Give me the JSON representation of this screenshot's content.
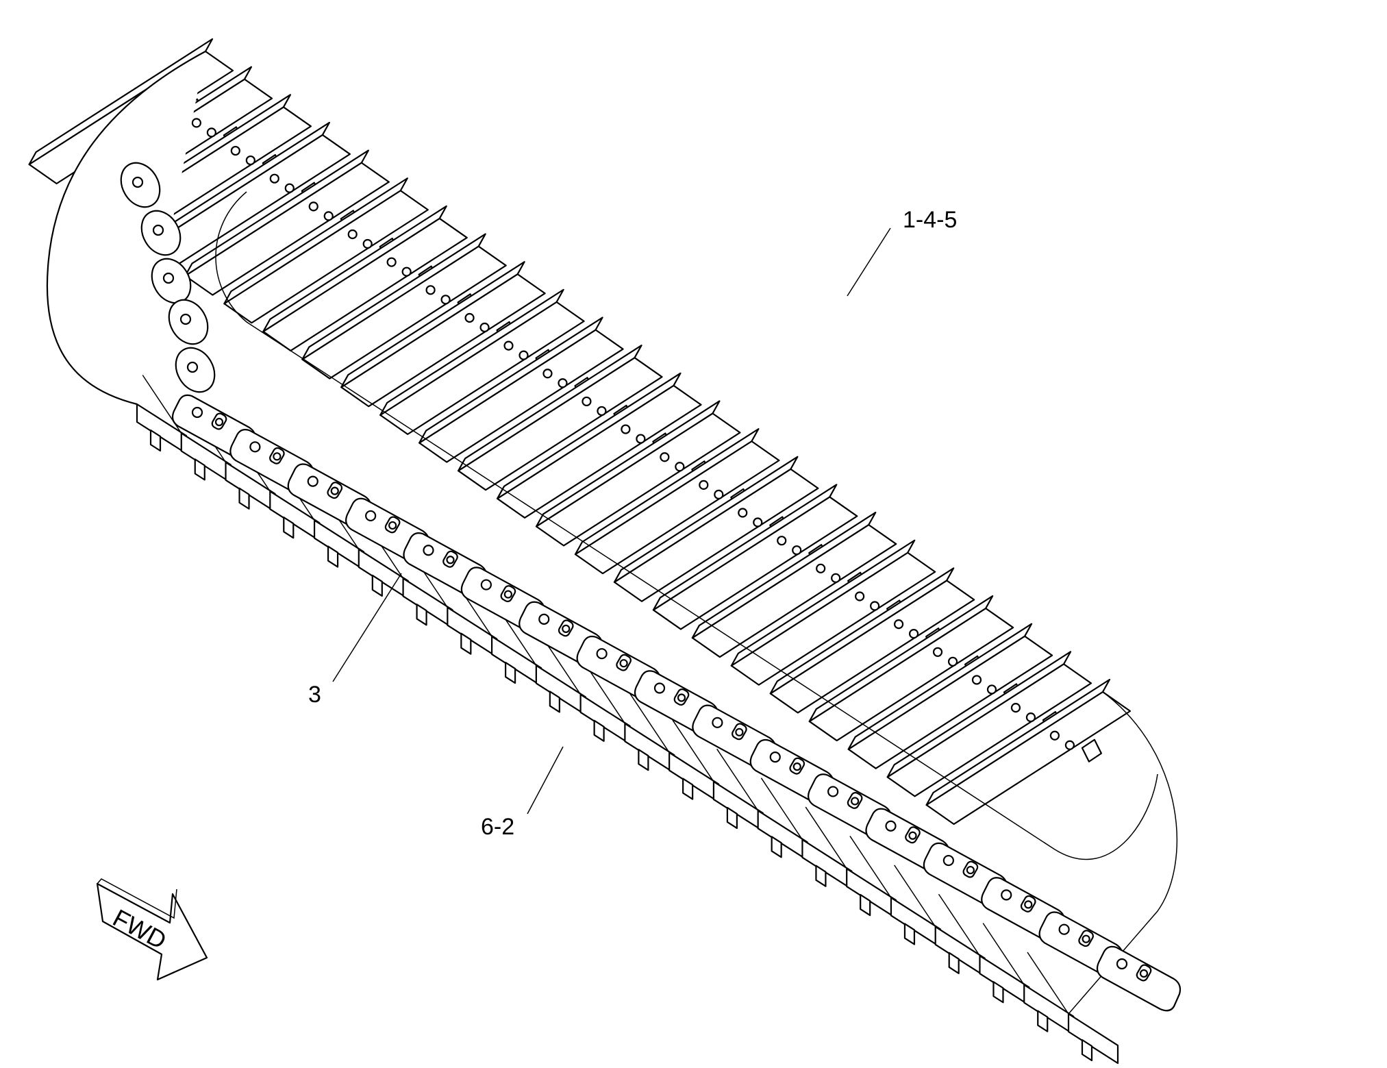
{
  "diagram": {
    "callouts": [
      {
        "id": "c1",
        "label": "1-4-5"
      },
      {
        "id": "c2",
        "label": "3"
      },
      {
        "id": "c3",
        "label": "6-2"
      }
    ],
    "direction_arrow": {
      "label": "FWD"
    }
  }
}
